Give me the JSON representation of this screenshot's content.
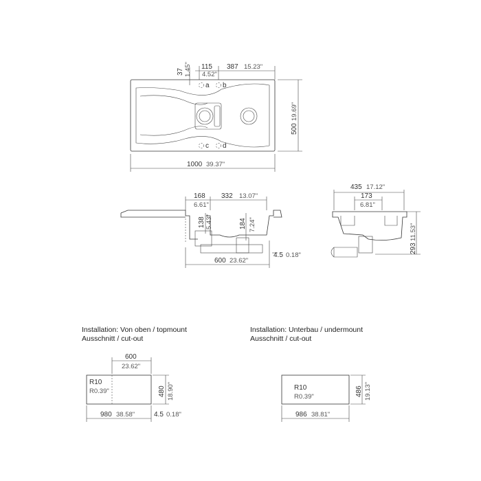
{
  "top_view": {
    "dim_37": "37",
    "dim_37_in": "1.45\"",
    "dim_115": "115",
    "dim_115_in": "4.52\"",
    "dim_387": "387",
    "dim_387_in": "15.23\"",
    "dim_500": "500",
    "dim_500_in": "19.69\"",
    "dim_1000": "1000",
    "dim_1000_in": "39.37\"",
    "hole_a": "a",
    "hole_b": "b",
    "hole_c": "c",
    "hole_d": "d"
  },
  "side_view": {
    "dim_168": "168",
    "dim_168_in": "6.61\"",
    "dim_332": "332",
    "dim_332_in": "13.07\"",
    "dim_138": "138",
    "dim_138_in": "5.43\"",
    "dim_184": "184",
    "dim_184_in": "7.24\"",
    "dim_600": "600",
    "dim_600_in": "23.62\"",
    "dim_45": "4.5",
    "dim_45_in": "0.18\""
  },
  "end_view": {
    "dim_435": "435",
    "dim_435_in": "17.12\"",
    "dim_173": "173",
    "dim_173_in": "6.81\"",
    "dim_293": "293",
    "dim_293_in": "11.53\""
  },
  "topmount": {
    "title": "Installation: Von oben / topmount",
    "subtitle": "Ausschnitt / cut-out",
    "dim_600": "600",
    "dim_600_in": "23.62\"",
    "dim_480": "480",
    "dim_480_in": "18.90\"",
    "dim_980": "980",
    "dim_980_in": "38.58\"",
    "dim_45": "4.5",
    "dim_45_in": "0.18\"",
    "radius": "R10",
    "radius_in": "R0.39\""
  },
  "undermount": {
    "title": "Installation: Unterbau / undermount",
    "subtitle": "Ausschnitt / cut-out",
    "dim_486": "486",
    "dim_486_in": "19.13\"",
    "dim_986": "986",
    "dim_986_in": "38.81\"",
    "radius": "R10",
    "radius_in": "R0.39\""
  }
}
